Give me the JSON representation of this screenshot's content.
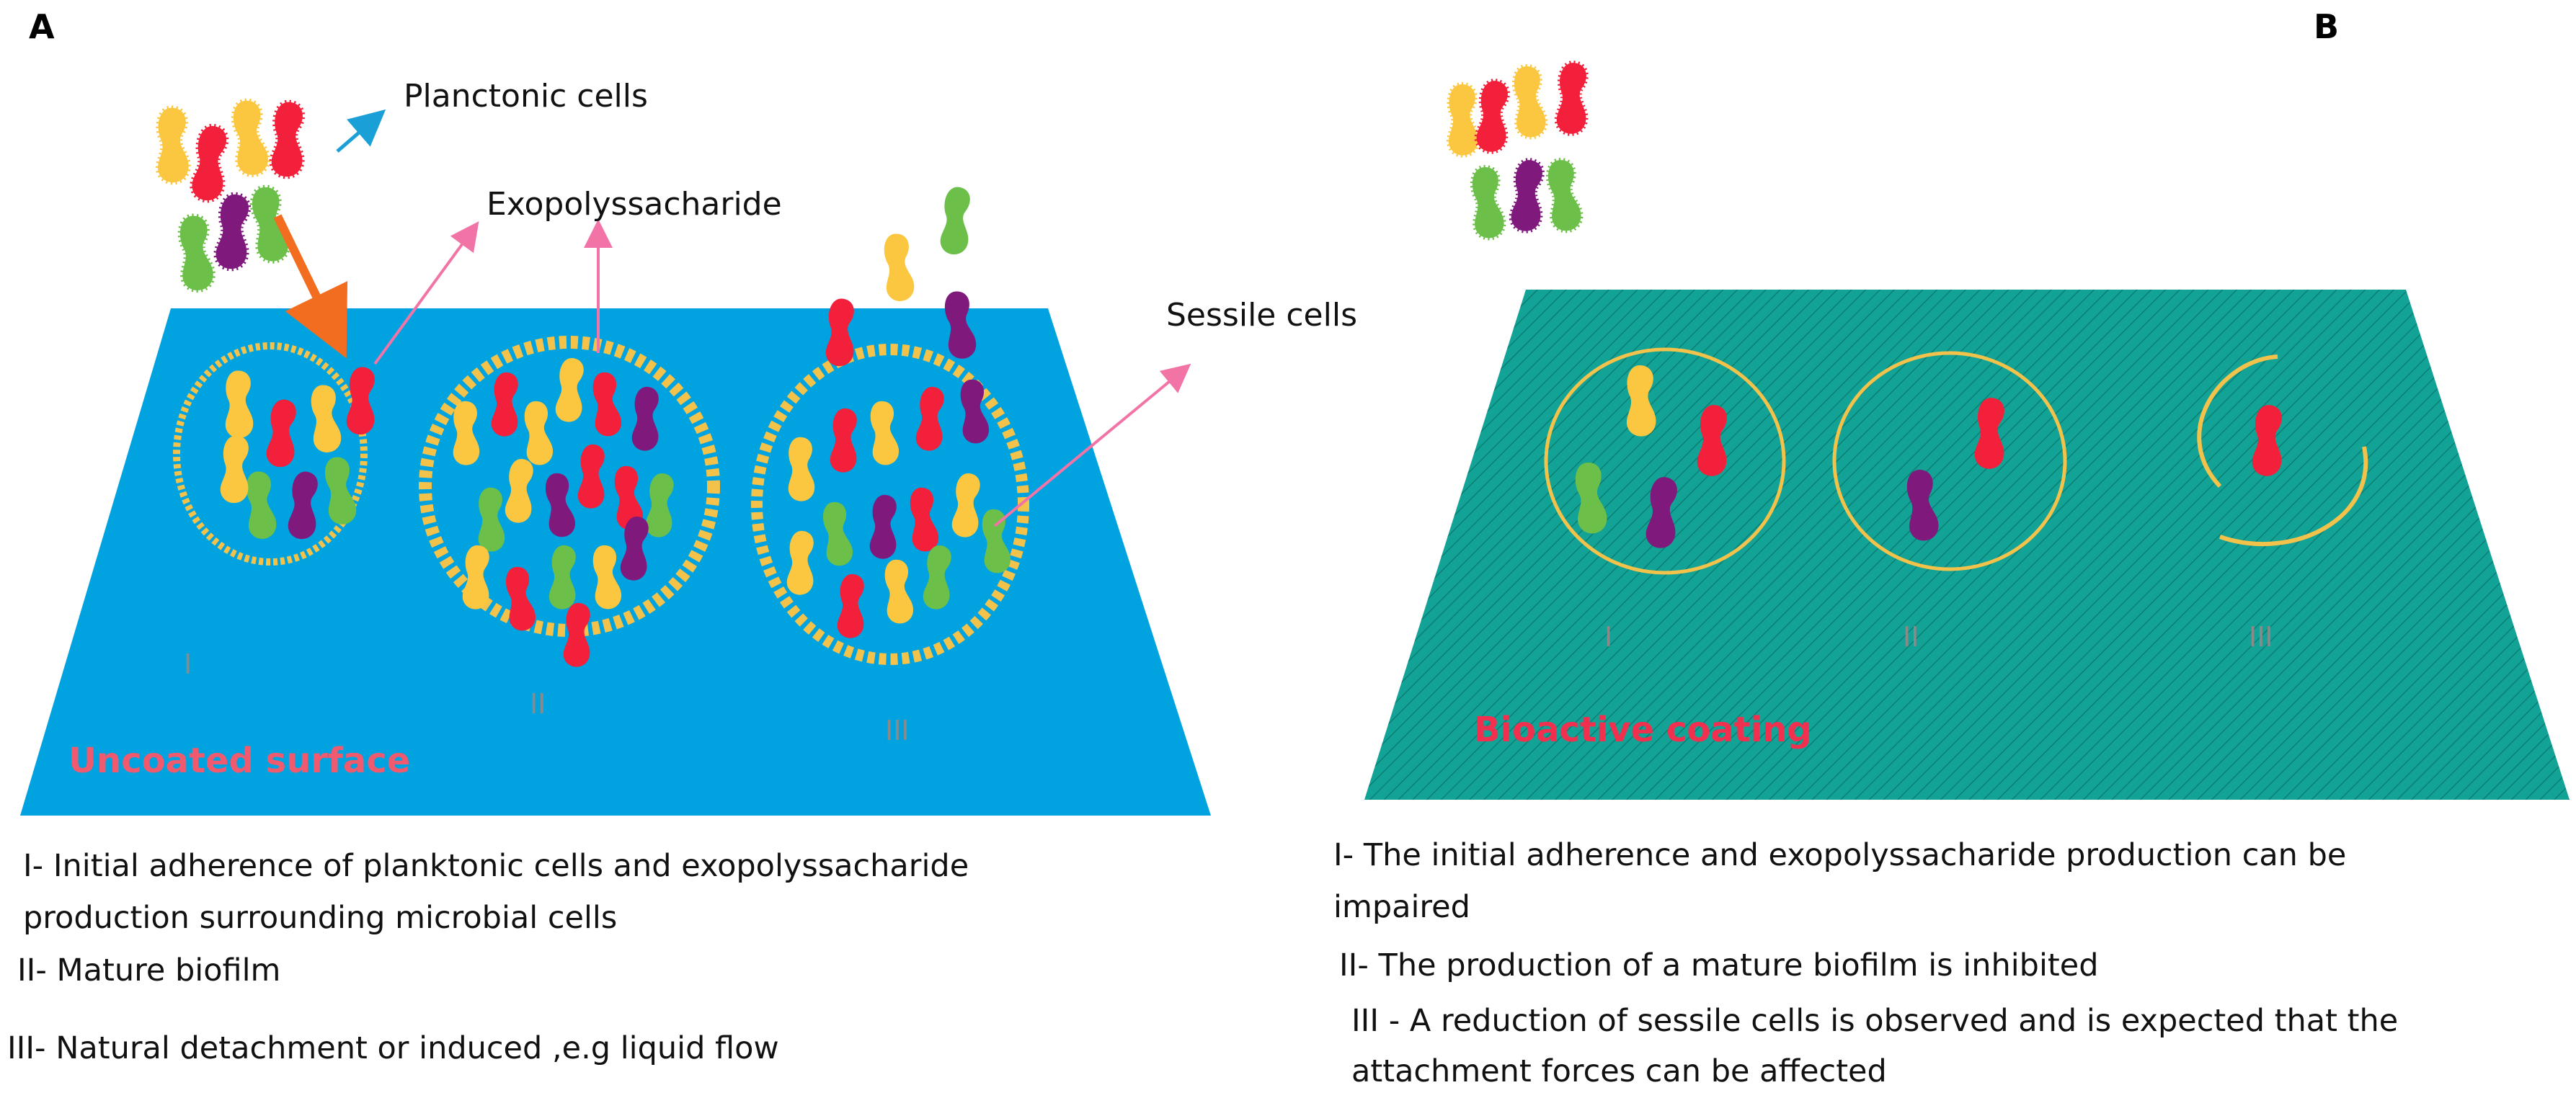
{
  "panel_a": {
    "letter": "A",
    "planktonic_label": "Planctonic cells",
    "eps_label": "Exopolyssacharide",
    "sessile_label": "Sessile cells",
    "stage_i": "I",
    "stage_ii": "II",
    "stage_iii": "III",
    "surface_label": "Uncoated surface",
    "surface_color": "#00a3e0",
    "captions": [
      "I- Initial adherence of planktonic cells and exopolyssacharide",
      "production surrounding microbial cells",
      "II- Mature biofilm",
      "III- Natural detachment or induced ,e.g liquid flow"
    ]
  },
  "panel_b": {
    "letter": "B",
    "stage_i": "I",
    "stage_ii": "II",
    "stage_iii": "III",
    "surface_label": "Bioactive coating",
    "surface_color": "#12a396",
    "captions": [
      "I- The initial adherence and exopolyssacharide production can be",
      "impaired",
      "II- The production of a mature biofilm is inhibited",
      "III - A reduction of sessile cells is observed and is expected that the",
      "attachment forces can be affected"
    ]
  },
  "colors": {
    "cell_yellow": "#fbc740",
    "cell_red": "#f2203a",
    "cell_purple": "#7f1a7c",
    "cell_green": "#6cc04a",
    "eps_ring": "#f3c24a",
    "arrow_pink": "#f274a6",
    "arrow_orange": "#f26d1f",
    "arrow_blue": "#1aa0d6",
    "surface_label_color": "#f05a6e"
  }
}
